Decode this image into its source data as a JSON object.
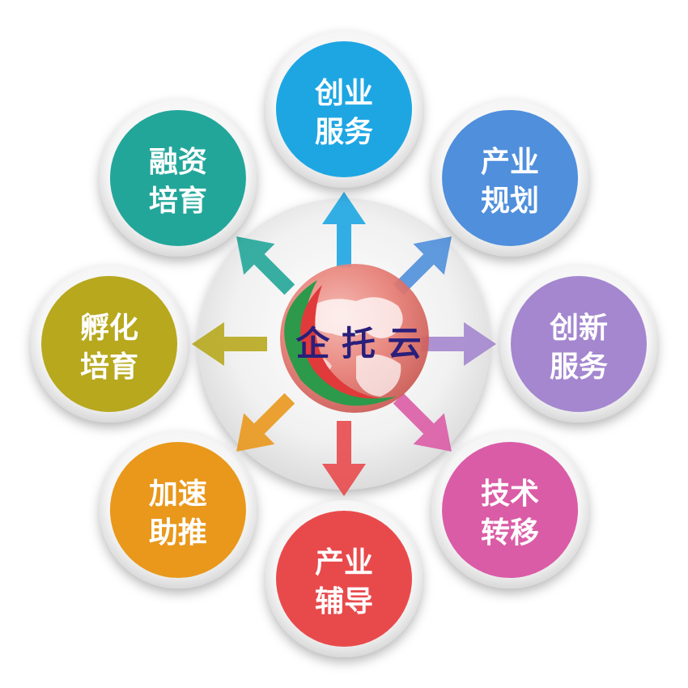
{
  "center": {
    "title": "企 托 云"
  },
  "nodes": [
    {
      "id": "top",
      "line1": "创业",
      "line2": "服务",
      "color": "#1ea6e3"
    },
    {
      "id": "top-right",
      "line1": "产业",
      "line2": "规划",
      "color": "#4f8fdc"
    },
    {
      "id": "right",
      "line1": "创新",
      "line2": "服务",
      "color": "#a487cf"
    },
    {
      "id": "bottom-right",
      "line1": "技术",
      "line2": "转移",
      "color": "#da5ca6"
    },
    {
      "id": "bottom",
      "line1": "产业",
      "line2": "辅导",
      "color": "#e84a4c"
    },
    {
      "id": "bottom-left",
      "line1": "加速",
      "line2": "助推",
      "color": "#e9981c"
    },
    {
      "id": "left",
      "line1": "孵化",
      "line2": "培育",
      "color": "#b7a81e"
    },
    {
      "id": "top-left",
      "line1": "融资",
      "line2": "培育",
      "color": "#23a69a"
    }
  ]
}
